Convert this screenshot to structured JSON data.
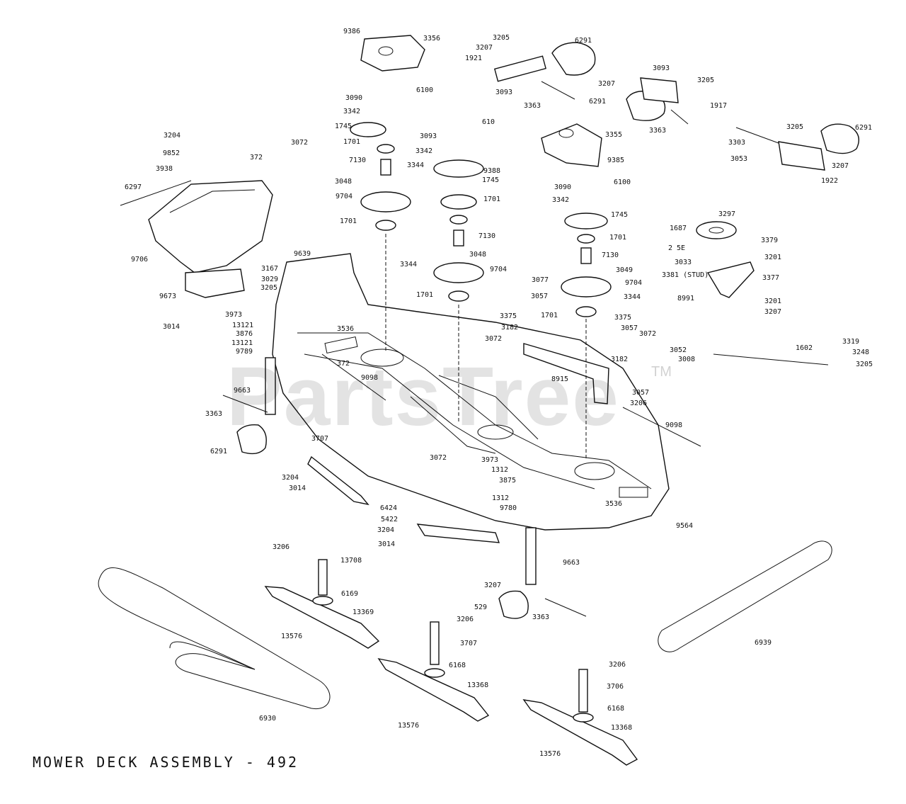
{
  "title": "MOWER DECK ASSEMBLY - 492",
  "watermark": "PartsTree",
  "watermark_mark": "TM",
  "callouts": [
    "9386",
    "3356",
    "3205",
    "6291",
    "3207",
    "1921",
    "3093",
    "3363",
    "3093",
    "3205",
    "3207",
    "6291",
    "1917",
    "3363",
    "3355",
    "9385",
    "3205",
    "6291",
    "3303",
    "3053",
    "3207",
    "1922",
    "3090",
    "6100",
    "3342",
    "1745",
    "1701",
    "7130",
    "3344",
    "3048",
    "9704",
    "1701",
    "3093",
    "610",
    "3342",
    "9388",
    "1745",
    "1701",
    "7130",
    "3344",
    "3048",
    "9704",
    "1701",
    "3090",
    "6100",
    "3342",
    "1745",
    "1701",
    "7130",
    "3049",
    "9704",
    "3344",
    "1701",
    "3204",
    "3072",
    "9852",
    "372",
    "3938",
    "6297",
    "9706",
    "9673",
    "3014",
    "9639",
    "3167",
    "3029",
    "3205",
    "3973",
    "13121",
    "3876",
    "13121",
    "9789",
    "3536",
    "372",
    "9098",
    "9663",
    "3363",
    "6291",
    "3707",
    "3204",
    "3014",
    "6424",
    "3297",
    "1687",
    "3379",
    "2 5E",
    "3201",
    "3033",
    "3381 (STUD)",
    "3377",
    "8991",
    "3201",
    "3207",
    "3077",
    "3057",
    "3375",
    "3182",
    "3072",
    "3375",
    "3057",
    "3072",
    "3182",
    "8915",
    "3057",
    "3206",
    "3052",
    "3008",
    "1602",
    "3319",
    "3248",
    "3205",
    "9098",
    "3072",
    "3973",
    "1312",
    "3875",
    "1312",
    "9780",
    "3536",
    "9564",
    "5422",
    "3204",
    "3014",
    "9663",
    "3207",
    "3363",
    "3206",
    "13708",
    "6169",
    "13369",
    "13576",
    "529",
    "3206",
    "3707",
    "6168",
    "13368",
    "13576",
    "3206",
    "3706",
    "6168",
    "13368",
    "13576",
    "6930",
    "6939"
  ]
}
